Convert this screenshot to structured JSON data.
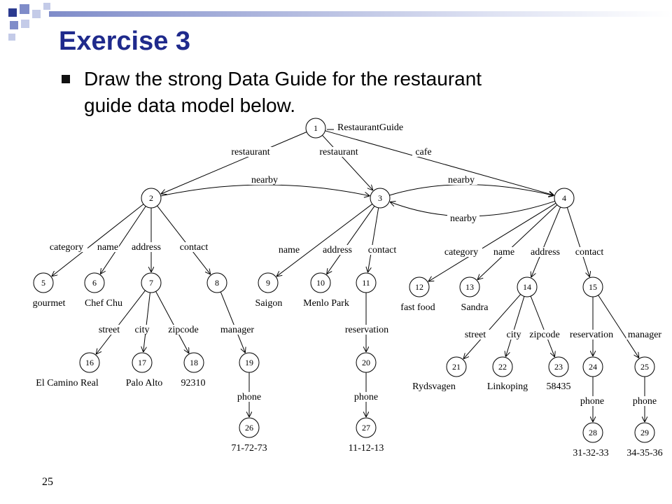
{
  "slide": {
    "title": "Exercise 3",
    "bullet": "Draw the strong Data Guide for the restaurant guide data model below.",
    "page_number": "25"
  },
  "colors": {
    "title": "#1f2a8c",
    "deco_navy": "#2b3a8f",
    "deco_blue": "#7f8cc9",
    "deco_light": "#c4cbe8"
  },
  "diagram": {
    "root_label": "RestaurantGuide",
    "nodes": [
      {
        "id": "1",
        "value": ""
      },
      {
        "id": "2",
        "value": ""
      },
      {
        "id": "3",
        "value": ""
      },
      {
        "id": "4",
        "value": ""
      },
      {
        "id": "5",
        "value": "gourmet"
      },
      {
        "id": "6",
        "value": "Chef Chu"
      },
      {
        "id": "7",
        "value": ""
      },
      {
        "id": "8",
        "value": ""
      },
      {
        "id": "9",
        "value": "Saigon"
      },
      {
        "id": "10",
        "value": "Menlo Park"
      },
      {
        "id": "11",
        "value": ""
      },
      {
        "id": "12",
        "value": "fast food"
      },
      {
        "id": "13",
        "value": "Sandra"
      },
      {
        "id": "14",
        "value": ""
      },
      {
        "id": "15",
        "value": ""
      },
      {
        "id": "16",
        "value": "El Camino Real"
      },
      {
        "id": "17",
        "value": "Palo Alto"
      },
      {
        "id": "18",
        "value": "92310"
      },
      {
        "id": "19",
        "value": ""
      },
      {
        "id": "20",
        "value": ""
      },
      {
        "id": "21",
        "value": "Rydsvagen"
      },
      {
        "id": "22",
        "value": "Linkoping"
      },
      {
        "id": "23",
        "value": "58435"
      },
      {
        "id": "24",
        "value": ""
      },
      {
        "id": "25",
        "value": ""
      },
      {
        "id": "26",
        "value": "71-72-73"
      },
      {
        "id": "27",
        "value": "11-12-13"
      },
      {
        "id": "28",
        "value": "31-32-33"
      },
      {
        "id": "29",
        "value": "34-35-36"
      }
    ],
    "edges": [
      {
        "from": "1",
        "to": "2",
        "label": "restaurant"
      },
      {
        "from": "1",
        "to": "3",
        "label": "restaurant"
      },
      {
        "from": "1",
        "to": "4",
        "label": "cafe"
      },
      {
        "from": "2",
        "to": "3",
        "label": "nearby"
      },
      {
        "from": "3",
        "to": "4",
        "label": "nearby"
      },
      {
        "from": "4",
        "to": "3",
        "label": "nearby"
      },
      {
        "from": "2",
        "to": "5",
        "label": "category"
      },
      {
        "from": "2",
        "to": "6",
        "label": "name"
      },
      {
        "from": "2",
        "to": "7",
        "label": "address"
      },
      {
        "from": "2",
        "to": "8",
        "label": "contact"
      },
      {
        "from": "3",
        "to": "9",
        "label": "name"
      },
      {
        "from": "3",
        "to": "10",
        "label": "address"
      },
      {
        "from": "3",
        "to": "11",
        "label": "contact"
      },
      {
        "from": "4",
        "to": "12",
        "label": "category"
      },
      {
        "from": "4",
        "to": "13",
        "label": "name"
      },
      {
        "from": "4",
        "to": "14",
        "label": "address"
      },
      {
        "from": "4",
        "to": "15",
        "label": "contact"
      },
      {
        "from": "7",
        "to": "16",
        "label": "street"
      },
      {
        "from": "7",
        "to": "17",
        "label": "city"
      },
      {
        "from": "7",
        "to": "18",
        "label": "zipcode"
      },
      {
        "from": "8",
        "to": "19",
        "label": "manager"
      },
      {
        "from": "11",
        "to": "20",
        "label": "reservation"
      },
      {
        "from": "14",
        "to": "21",
        "label": "street"
      },
      {
        "from": "14",
        "to": "22",
        "label": "city"
      },
      {
        "from": "14",
        "to": "23",
        "label": "zipcode"
      },
      {
        "from": "15",
        "to": "24",
        "label": "reservation"
      },
      {
        "from": "15",
        "to": "25",
        "label": "manager"
      },
      {
        "from": "19",
        "to": "26",
        "label": "phone"
      },
      {
        "from": "20",
        "to": "27",
        "label": "phone"
      },
      {
        "from": "24",
        "to": "28",
        "label": "phone"
      },
      {
        "from": "25",
        "to": "29",
        "label": "phone"
      }
    ]
  }
}
